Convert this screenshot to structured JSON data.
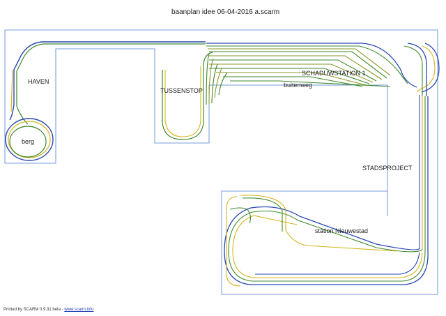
{
  "title": "baanplan  idee 06-04-2016 a.scarm",
  "labels": {
    "haven": "HAVEN",
    "berg": "berg",
    "tussenstop": "TUSSENSTOP",
    "schaduwstation": "SCHADUWSTATION 1",
    "buitenweg": "buitenweg",
    "stadsproject": "STADSPROJECT",
    "station": "station Nieuwestad"
  },
  "footer": {
    "text": "Printed by SCARM 0.9.31 beta - ",
    "link": "www.scarm.info"
  },
  "colors": {
    "board_outline": "#4a7fd0",
    "track_blue": "#2a48b0",
    "track_green": "#3e8a2c",
    "track_yellow": "#d6b31a",
    "track_olive": "#8a9a2a"
  }
}
